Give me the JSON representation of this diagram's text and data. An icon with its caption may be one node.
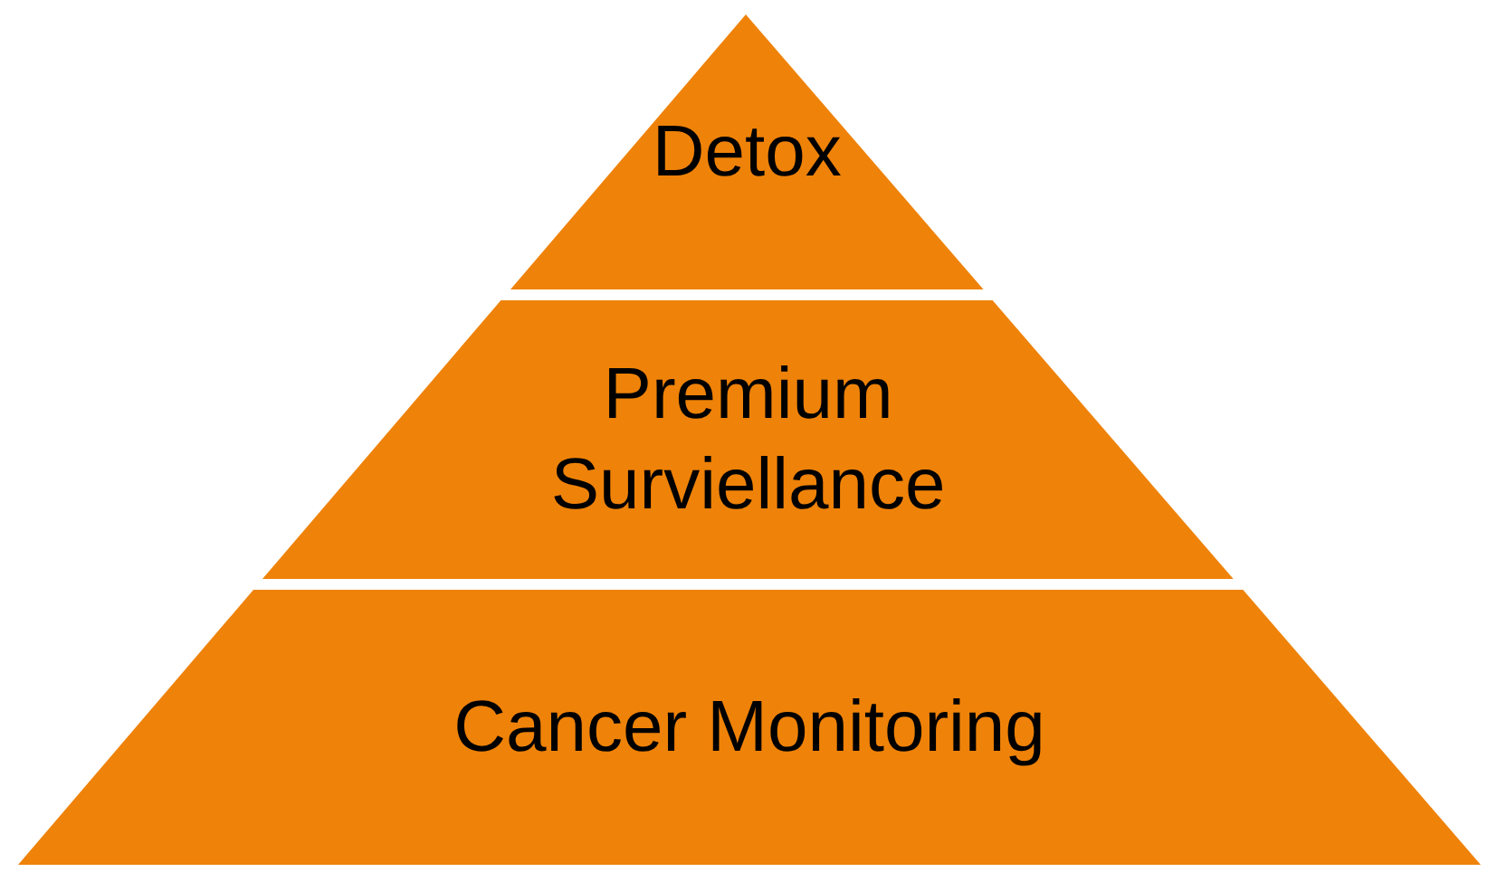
{
  "diagram": {
    "nodes": [
      {
        "text": [
          "Detox"
        ]
      },
      {
        "text": [
          "Premium Surviellance"
        ]
      },
      {
        "text": [
          "Cancer Monitoring"
        ]
      }
    ]
  }
}
